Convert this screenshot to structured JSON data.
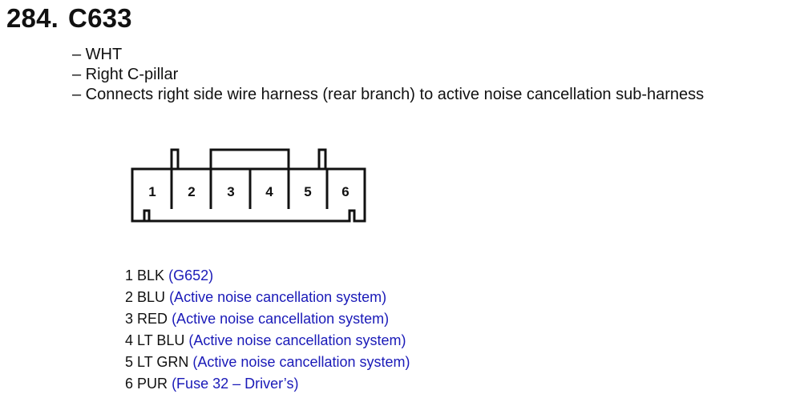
{
  "heading": {
    "number": "284.",
    "code": "C633"
  },
  "details": [
    "– WHT",
    "– Right C-pillar",
    "– Connects right side wire harness (rear branch) to active noise cancellation sub-harness"
  ],
  "connector": {
    "pin_labels": [
      "1",
      "2",
      "3",
      "4",
      "5",
      "6"
    ]
  },
  "pins": [
    {
      "num": "1",
      "color": "BLK",
      "ref": "(G652)"
    },
    {
      "num": "2",
      "color": "BLU",
      "ref": "(Active noise cancellation system)"
    },
    {
      "num": "3",
      "color": "RED",
      "ref": "(Active noise cancellation system)"
    },
    {
      "num": "4",
      "color": "LT BLU",
      "ref": "(Active noise cancellation system)"
    },
    {
      "num": "5",
      "color": "LT GRN",
      "ref": "(Active noise cancellation system)"
    },
    {
      "num": "6",
      "color": "PUR",
      "ref": "(Fuse 32 – Driver’s)"
    }
  ],
  "colors": {
    "text": "#111111",
    "reference": "#1a1ab8"
  }
}
